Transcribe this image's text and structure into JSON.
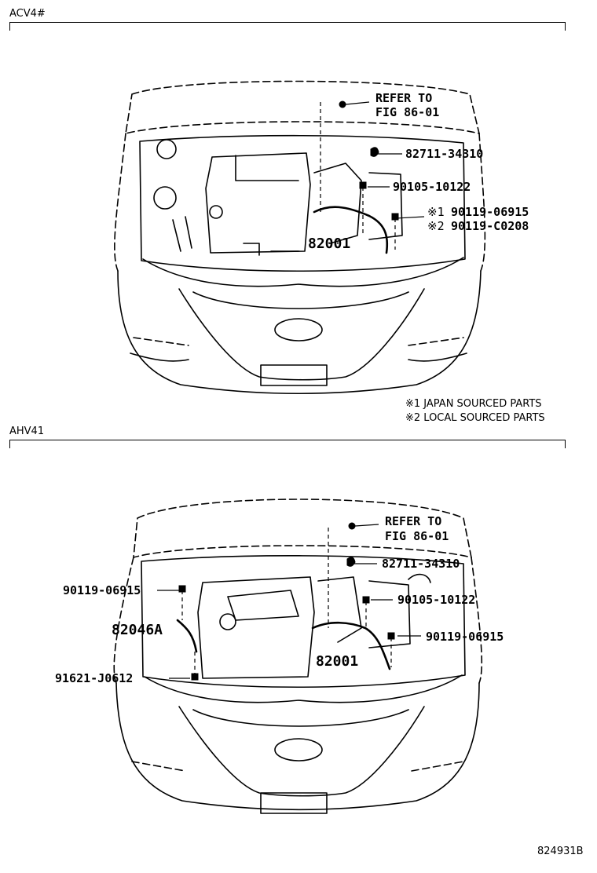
{
  "sections": [
    {
      "label": "ACV4#",
      "callouts": {
        "refer_line1": "REFER TO",
        "refer_line2": "FIG 86-01",
        "clip": "82711-34310",
        "bolt": "90105-10122",
        "bolt_japan_mark": "※1",
        "bolt_japan": "90119-06915",
        "bolt_local_mark": "※2",
        "bolt_local": "90119-C0208",
        "harness": "82001"
      },
      "notes": [
        "※1 JAPAN SOURCED PARTS",
        "※2 LOCAL SOURCED PARTS"
      ]
    },
    {
      "label": "AHV41",
      "callouts": {
        "refer_line1": "REFER TO",
        "refer_line2": "FIG 86-01",
        "clip": "82711-34310",
        "bolt_left": "90119-06915",
        "bolt_right": "90105-10122",
        "bolt_right2": "90119-06915",
        "harness_left": "82046A",
        "nut": "91621-J0612",
        "harness": "82001"
      }
    }
  ],
  "figure_id": "824931B"
}
